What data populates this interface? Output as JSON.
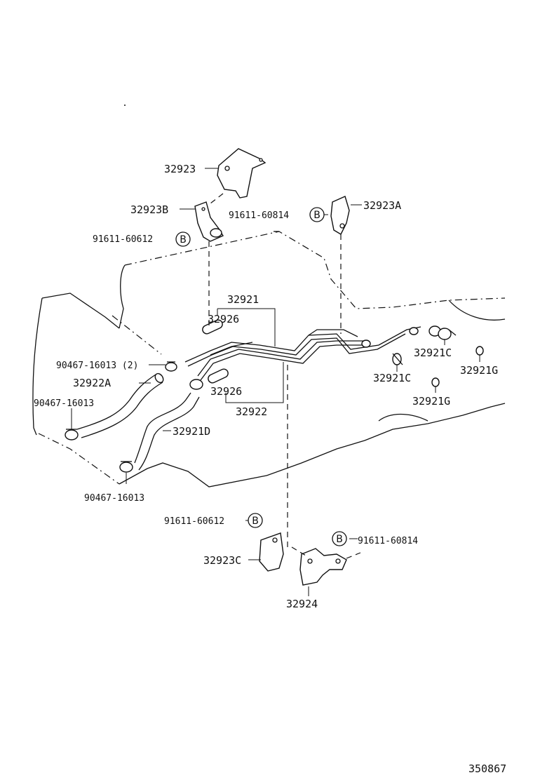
{
  "diagram": {
    "labels": {
      "p32923": "32923",
      "p32923B": "32923B",
      "p91611_60612_top": "91611-60612",
      "p91611_60814_top": "91611-60814",
      "p32923A": "32923A",
      "p32921": "32921",
      "p32926_top": "32926",
      "p90467_16013_2": "90467-16013 (2)",
      "p32922A": "32922A",
      "p90467_16013_left": "90467-16013",
      "p32926_bottom": "32926",
      "p32922": "32922",
      "p32921D": "32921D",
      "p90467_16013_bottom": "90467-16013",
      "p32921C_right": "32921C",
      "p32921C_mid": "32921C",
      "p32921G_right": "32921G",
      "p32921G_mid": "32921G",
      "p91611_60612_bottom": "91611-60612",
      "p91611_60814_bottom": "91611-60814",
      "p32923C": "32923C",
      "p32924": "32924",
      "diagram_id": "350867"
    },
    "badge_letter": "B"
  }
}
